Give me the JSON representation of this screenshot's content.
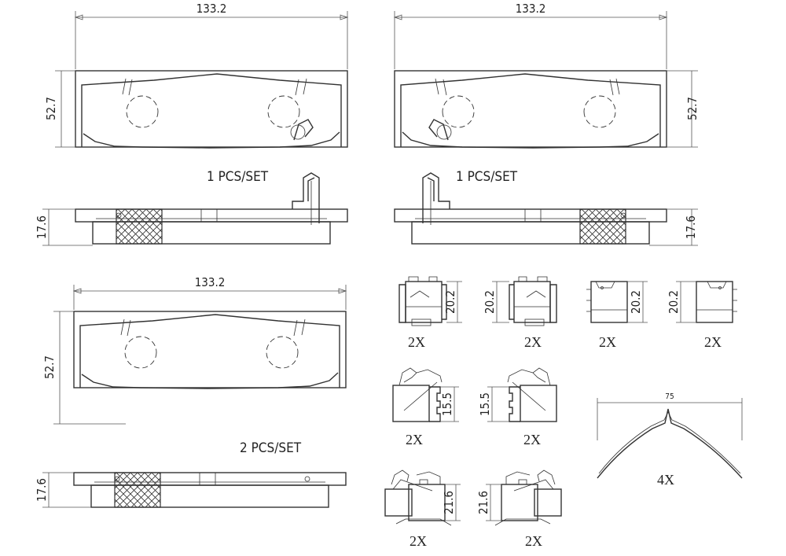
{
  "dimensions": {
    "pad_width": "133.2",
    "pad_height": "52.7",
    "pad_thickness": "17.6",
    "clip_a_height": "20.2",
    "spring_height": "15.5",
    "clip_b_height": "21.6",
    "wire_width": "75"
  },
  "sets": {
    "top_pair": "1   PCS/SET",
    "bottom_pad": "2   PCS/SET"
  },
  "quantities": {
    "clip_a": "2X",
    "spring": "2X",
    "clip_b": "2X",
    "wire": "4X"
  }
}
